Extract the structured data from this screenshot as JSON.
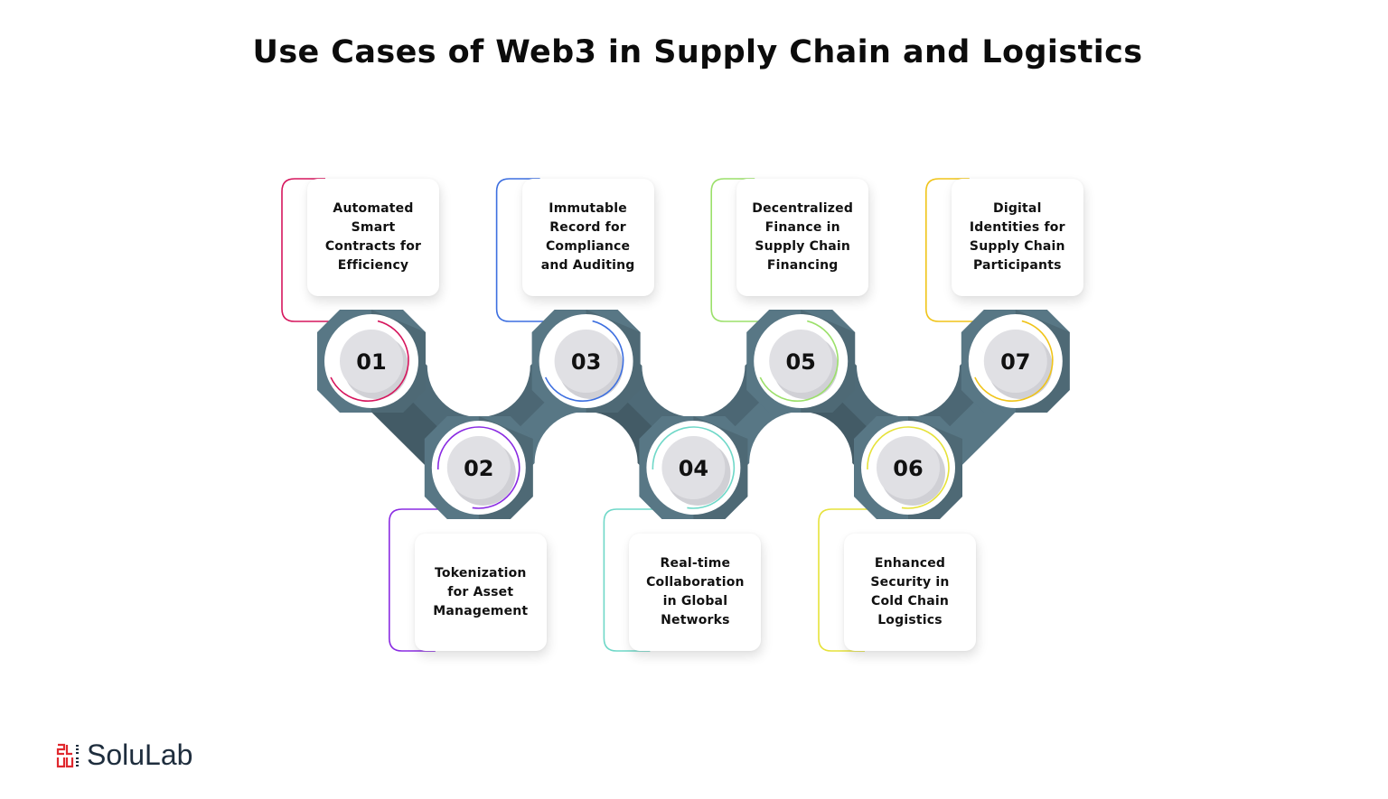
{
  "title": "Use Cases of Web3 in Supply Chain and Logistics",
  "colors": {
    "chain_light": "#587785",
    "chain_dark": "#435b66",
    "disc": "#e0e0e4",
    "brand_red": "#e0282e"
  },
  "steps": [
    {
      "number": "01",
      "label": "Automated Smart Contracts for Efficiency",
      "accent": "#d6165d",
      "position": "top"
    },
    {
      "number": "02",
      "label": "Tokenization for Asset Management",
      "accent": "#8a2be2",
      "position": "bottom"
    },
    {
      "number": "03",
      "label": "Immutable Record for Compliance and Auditing",
      "accent": "#3d6fe0",
      "position": "top"
    },
    {
      "number": "04",
      "label": "Real-time Collaboration in Global Networks",
      "accent": "#6fd8c8",
      "position": "bottom"
    },
    {
      "number": "05",
      "label": "Decentralized Finance in Supply Chain Financing",
      "accent": "#9be06a",
      "position": "top"
    },
    {
      "number": "06",
      "label": "Enhanced Security in Cold Chain Logistics",
      "accent": "#e6e23a",
      "position": "bottom"
    },
    {
      "number": "07",
      "label": "Digital Identities for Supply Chain Participants",
      "accent": "#f0c419",
      "position": "top"
    }
  ],
  "brand": {
    "name": "SoluLab",
    "mark_icon": "solulab-logo-icon"
  }
}
